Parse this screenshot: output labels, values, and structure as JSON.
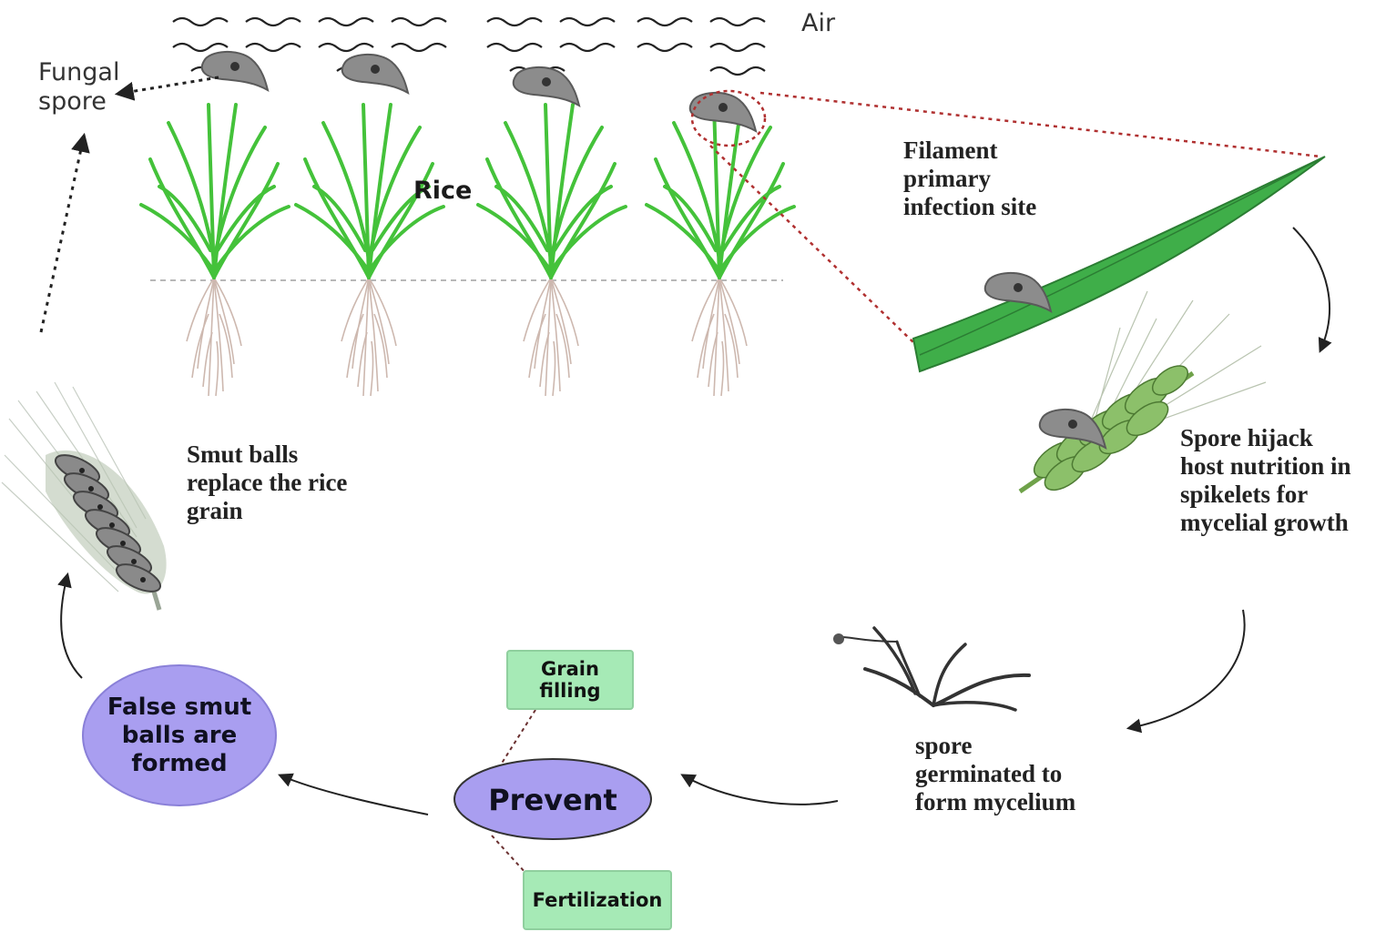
{
  "labels": {
    "air": "Air",
    "fungal_spore": "Fungal\nspore",
    "rice": "Rice",
    "filament": "Filament\nprimary\ninfection site",
    "spore_hijack": "Spore hijack\nhost nutrition in\nspikelets for\nmycelial growth",
    "germinated": "spore\ngerminated to\nform mycelium",
    "smut_balls": "Smut balls\nreplace the rice\ngrain",
    "false_smut": "False smut\nballs are\nformed",
    "prevent": "Prevent",
    "grain_filling": "Grain\nfilling",
    "fertilization": "Fertilization"
  },
  "colors": {
    "leaf_green": "#3fae49",
    "plant_green": "#45c13b",
    "root": "#c9b3aa",
    "spore": "#8a8a8a",
    "ellipse": "#a99ef0",
    "box": "#a6eab6",
    "red_dotted": "#b03030"
  }
}
